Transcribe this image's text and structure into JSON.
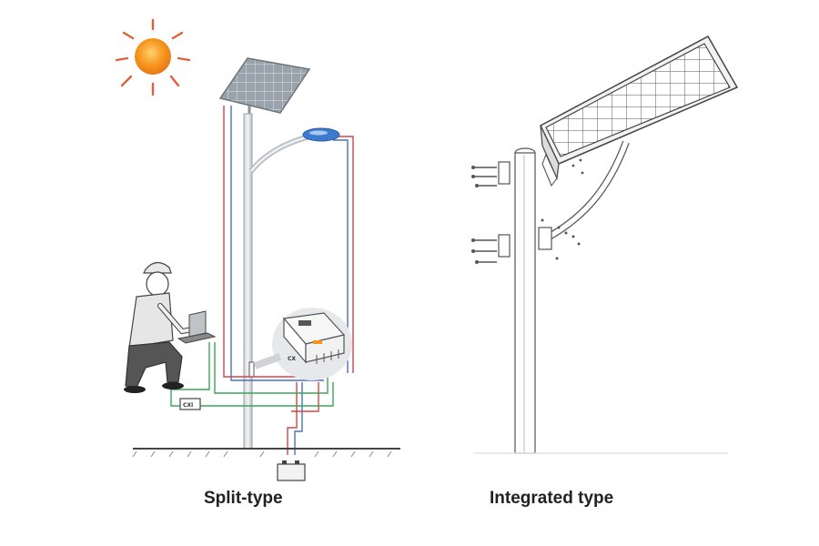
{
  "captions": {
    "split_type": "Split-type",
    "integrated_type": "Integrated type"
  },
  "labels": {
    "controller_box": "CX",
    "remote_box": "CXI"
  },
  "colors": {
    "sun": "#f7941d",
    "sun_core": "#fcb040",
    "wire_red": "#d64545",
    "wire_green": "#3aa655",
    "wire_blue": "#4a6fc2",
    "lamp_head": "#3d7bd1",
    "panel": "#8a929c"
  }
}
